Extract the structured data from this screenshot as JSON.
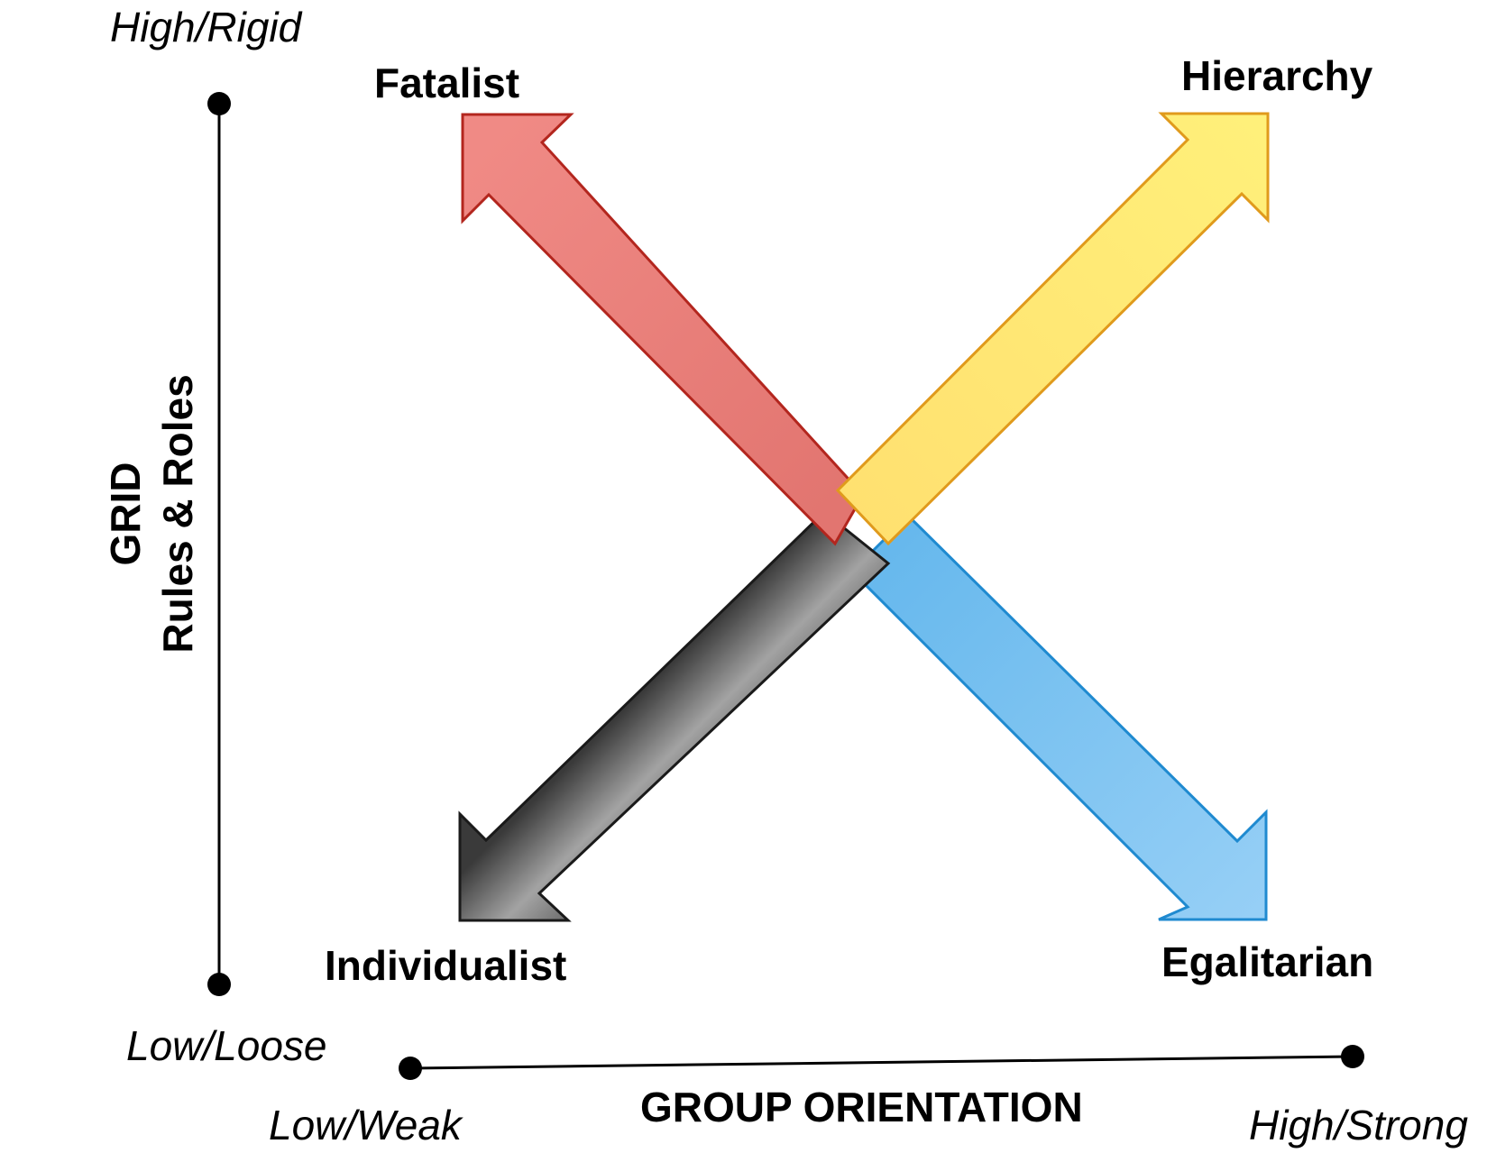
{
  "vertical_axis": {
    "title": "GRID",
    "subtitle": "Rules & Roles",
    "high_label": "High/Rigid",
    "low_label": "Low/Loose"
  },
  "horizontal_axis": {
    "title": "GROUP ORIENTATION",
    "low_label": "Low/Weak",
    "high_label": "High/Strong"
  },
  "quadrants": {
    "fatalist": "Fatalist",
    "hierarchy": "Hierarchy",
    "individualist": "Individualist",
    "egalitarian": "Egalitarian"
  },
  "colors": {
    "fatalist_fill": "#ee8580",
    "fatalist_stroke": "#b3261e",
    "hierarchy_fill": "#ffe16a",
    "hierarchy_stroke": "#e09a1c",
    "individualist_fill": "#8c8c8c",
    "individualist_stroke": "#1a1a1a",
    "egalitarian_fill": "#7fc4f0",
    "egalitarian_stroke": "#1f8ad0"
  }
}
